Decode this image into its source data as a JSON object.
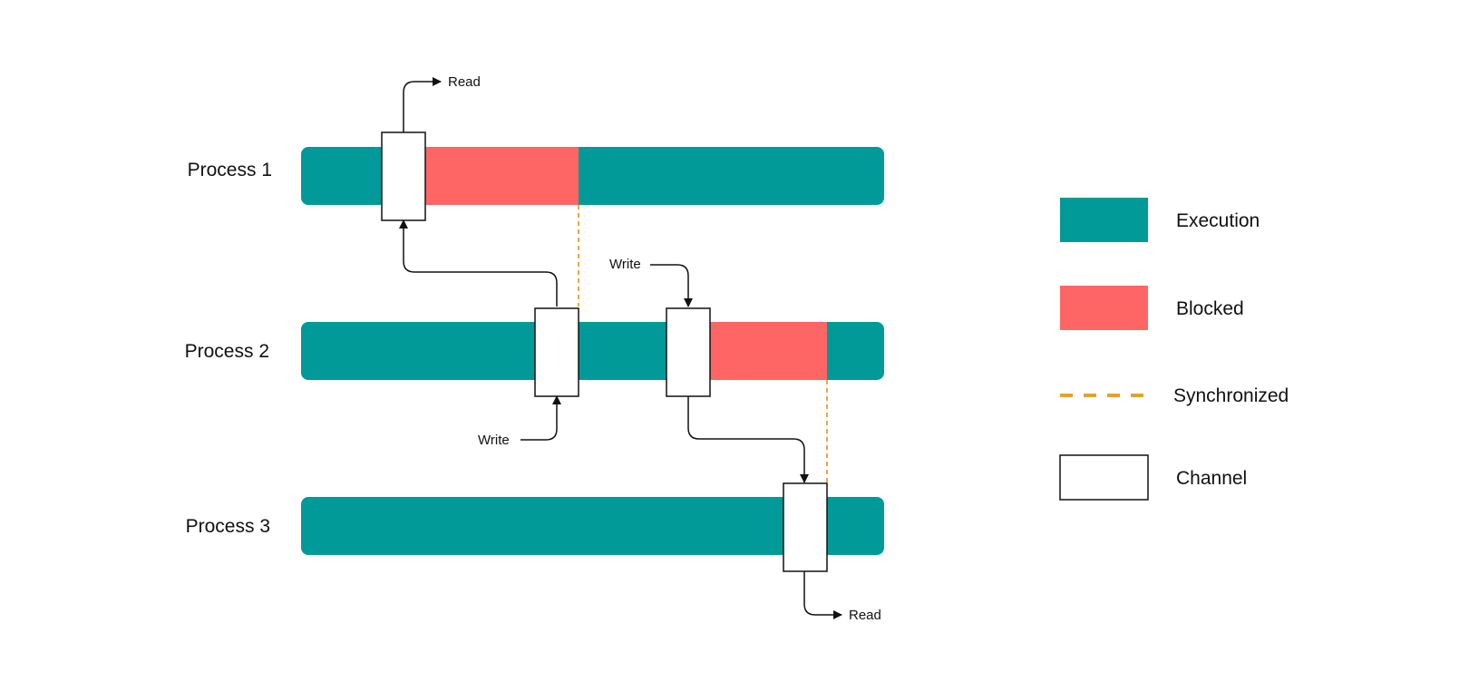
{
  "processes": [
    {
      "label": "Process 1"
    },
    {
      "label": "Process 2"
    },
    {
      "label": "Process 3"
    }
  ],
  "annotations": {
    "p1_read": "Read",
    "p2_write_below": "Write",
    "p2_write_above": "Write",
    "p3_read": "Read"
  },
  "legend": {
    "execution": "Execution",
    "blocked": "Blocked",
    "synchronized": "Synchronized",
    "channel": "Channel"
  },
  "colors": {
    "execution": "#029a99",
    "blocked": "#fe6666",
    "synchronized": "#e6a030",
    "channel_fill": "#ffffff",
    "channel_stroke": "#111111"
  }
}
